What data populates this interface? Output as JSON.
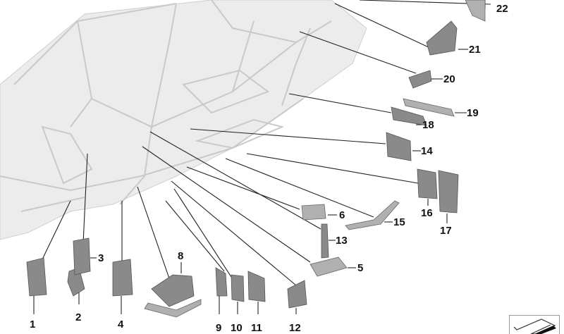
{
  "diagram": {
    "callouts": {
      "c1": "1",
      "c2": "2",
      "c3": "3",
      "c4": "4",
      "c5": "5",
      "c6": "6",
      "c8": "8",
      "c9": "9",
      "c10": "10",
      "c11": "11",
      "c12": "12",
      "c13": "13",
      "c14": "14",
      "c15": "15",
      "c16": "16",
      "c17": "17",
      "c18": "18",
      "c19": "19",
      "c20": "20",
      "c21": "21",
      "c22": "22"
    },
    "colors": {
      "body": "#cfcfcf",
      "part": "#8a8a8a",
      "text": "#111111"
    }
  }
}
